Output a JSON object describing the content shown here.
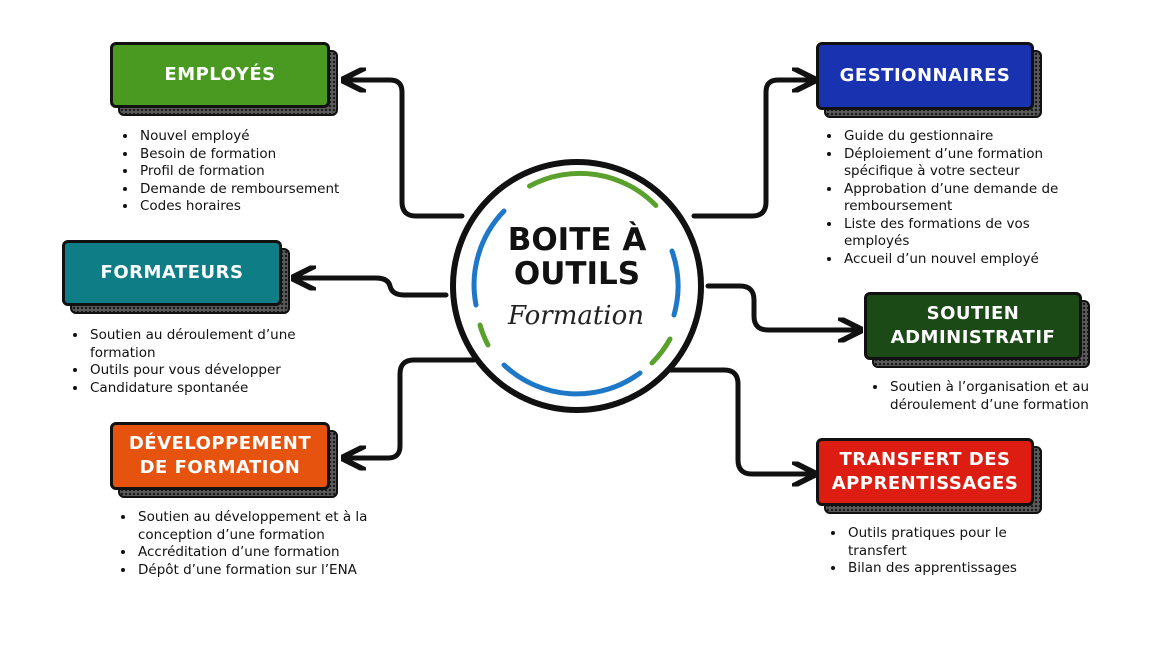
{
  "center": {
    "title_line1": "BOITE À",
    "title_line2": "OUTILS",
    "subtitle": "Formation"
  },
  "nodes": [
    {
      "id": "employes",
      "label": "EMPLOYÉS",
      "color": "#4a9a22",
      "items": [
        "Nouvel employé",
        "Besoin de formation",
        "Profil de formation",
        "Demande de remboursement",
        "Codes horaires"
      ]
    },
    {
      "id": "formateurs",
      "label": "FORMATEURS",
      "color": "#0f7d86",
      "items": [
        "Soutien au déroulement d’une formation",
        "Outils pour vous développer",
        "Candidature spontanée"
      ]
    },
    {
      "id": "developpement",
      "label": "DÉVELOPPEMENT\nDE FORMATION",
      "color": "#e6530e",
      "items": [
        "Soutien au développement et à la conception d’une formation",
        "Accréditation d’une formation",
        "Dépôt d’une formation sur l’ENA"
      ]
    },
    {
      "id": "gestionnaires",
      "label": "GESTIONNAIRES",
      "color": "#1832b0",
      "items": [
        "Guide du gestionnaire",
        "Déploiement d’une formation spécifique à votre secteur",
        "Approbation d’une demande de remboursement",
        "Liste des formations de vos employés",
        "Accueil d’un nouvel employé"
      ]
    },
    {
      "id": "soutien",
      "label": "SOUTIEN\nADMINISTRATIF",
      "color": "#1b4a17",
      "items": [
        "Soutien à l’organisation et au déroulement d’une formation"
      ]
    },
    {
      "id": "transfert",
      "label": "TRANSFERT DES\nAPPRENTISSAGES",
      "color": "#dd1c12",
      "items": [
        "Outils pratiques pour le transfert",
        "Bilan des apprentissages"
      ]
    }
  ],
  "ring_colors": {
    "green": "#5aa02c",
    "blue": "#1e78c8"
  }
}
